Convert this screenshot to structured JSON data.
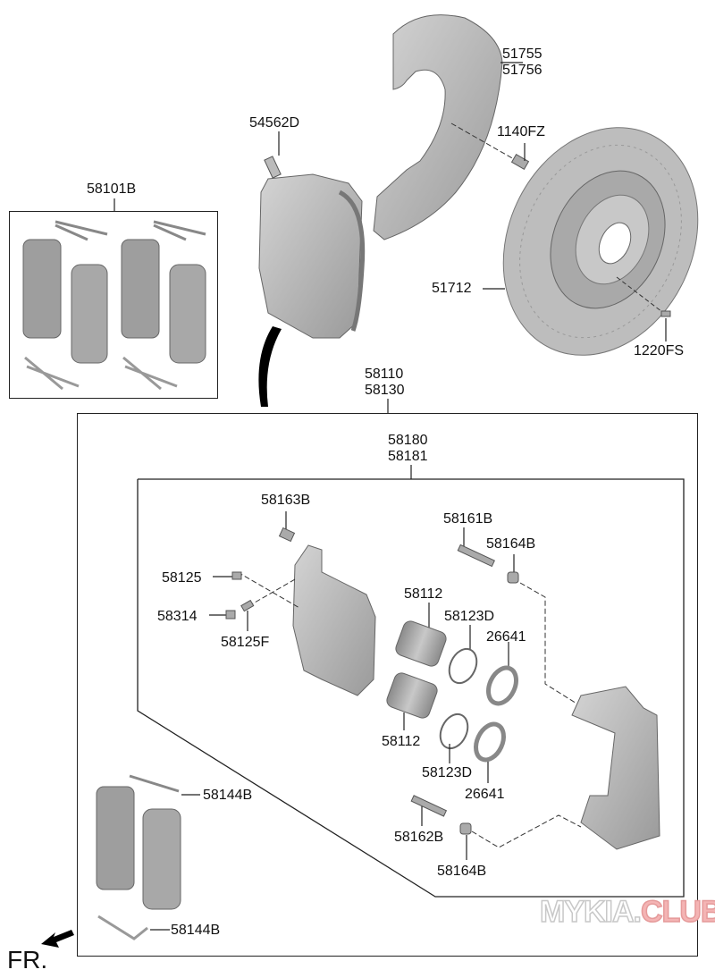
{
  "diagram": {
    "title": "Front brake assembly exploded view",
    "labels": {
      "shield": [
        "51755",
        "51756"
      ],
      "shield_bolt": "1140FZ",
      "disc": "51712",
      "disc_screw": "1220FS",
      "caliper_bolt": "54562D",
      "pad_kit": "58101B",
      "caliper_assy": [
        "58110",
        "58130"
      ],
      "caliper_body": [
        "58180",
        "58181"
      ],
      "bleeder_bolt": "58163B",
      "guide_rod_upper": "58161B",
      "guide_bolt_upper": "58164B",
      "bleeder_screw": "58125",
      "bleeder_cap": "58314",
      "bleeder_fitting": "58125F",
      "piston_upper": "58112",
      "piston_seal_upper": "58123D",
      "boot_upper": "26641",
      "piston_lower": "58112",
      "piston_seal_lower": "58123D",
      "boot_lower": "26641",
      "guide_rod_lower": "58162B",
      "guide_bolt_lower": "58164B",
      "pad_shim_upper": "58144B",
      "pad_shim_lower": "58144B"
    },
    "direction_label": "FR.",
    "watermark": {
      "part1": "MYKIA.",
      "part2": "CLUB"
    }
  }
}
